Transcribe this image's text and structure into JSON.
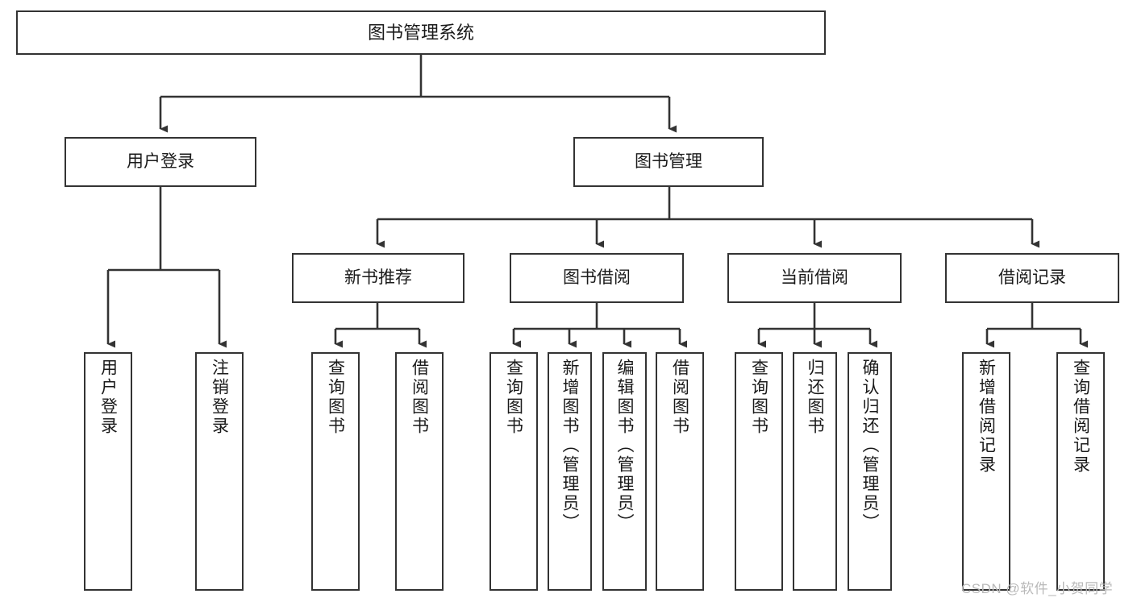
{
  "diagram": {
    "title": "图书管理系统",
    "type": "tree-hierarchy-chart",
    "watermark": "CSDN @软件_小贺同学",
    "colors": {
      "box_border": "#333333",
      "box_fill": "#ffffff",
      "edge": "#333333",
      "text": "#1a1a1a",
      "watermark": "#b9b9b9",
      "background": "#ffffff"
    },
    "nodes": {
      "root": {
        "label": "图书管理系统",
        "orientation": "horizontal"
      },
      "level2": [
        {
          "label": "用户登录",
          "orientation": "horizontal"
        },
        {
          "label": "图书管理",
          "orientation": "horizontal"
        }
      ],
      "level3": [
        {
          "label": "新书推荐",
          "orientation": "horizontal"
        },
        {
          "label": "图书借阅",
          "orientation": "horizontal"
        },
        {
          "label": "当前借阅",
          "orientation": "horizontal"
        },
        {
          "label": "借阅记录",
          "orientation": "horizontal"
        }
      ],
      "leaves_user_login": [
        {
          "label": "用户登录",
          "orientation": "vertical"
        },
        {
          "label": "注销登录",
          "orientation": "vertical"
        }
      ],
      "leaves_new_book": [
        {
          "label": "查询图书",
          "orientation": "vertical"
        },
        {
          "label": "借阅图书",
          "orientation": "vertical"
        }
      ],
      "leaves_borrow": [
        {
          "label": "查询图书",
          "orientation": "vertical"
        },
        {
          "label": "新增图书（管理员）",
          "orientation": "vertical"
        },
        {
          "label": "编辑图书（管理员）",
          "orientation": "vertical"
        },
        {
          "label": "借阅图书",
          "orientation": "vertical"
        }
      ],
      "leaves_current": [
        {
          "label": "查询图书",
          "orientation": "vertical"
        },
        {
          "label": "归还图书",
          "orientation": "vertical"
        },
        {
          "label": "确认归还（管理员）",
          "orientation": "vertical"
        }
      ],
      "leaves_records": [
        {
          "label": "新增借阅记录",
          "orientation": "vertical"
        },
        {
          "label": "查询借阅记录",
          "orientation": "vertical"
        }
      ]
    }
  }
}
